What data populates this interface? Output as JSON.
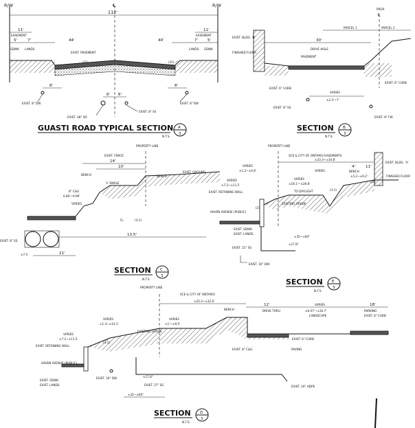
{
  "sheet": {
    "sections": {
      "A": {
        "title": "GUASTI ROAD TYPICAL SECTION",
        "letter": "A",
        "sheet": "3",
        "scale": "N.T.S.",
        "labels": {
          "rw_left": "R/W",
          "rw_right": "R/W",
          "cl": "℄",
          "total_width": "112'",
          "half_left": "44'",
          "half_right": "44'",
          "easement_left_w": "11'",
          "easement_right_w": "11'",
          "easement_left": "EASEMENT",
          "easement_right": "EASEMENT",
          "sdwk_left_w": "5'",
          "sdwk_right_w": "5'",
          "sdwk_left": "SDWK",
          "lands_left": "LANDS.",
          "lands_right": "LANDS.",
          "sdwk_right": "SDWK",
          "seven_left": "7'",
          "seven_right": "7'",
          "exist_pavement": "EXIST. PAVEMENT",
          "tag_1": "(21)",
          "tag_2": "(21)",
          "eight_left": "8'",
          "eight_right": "8'",
          "six_left": "6'",
          "six_right": "6'",
          "dw_8": "EXIST. 8\" DW",
          "sd_48": "EXIST. 48\" SD",
          "ss_8": "EXIST. 8\" SS",
          "rw_8": "EXIST. 8\" RW"
        }
      },
      "B": {
        "title": "SECTION",
        "letter": "B",
        "sheet": "3",
        "scale": "N.T.S.",
        "labels": {
          "prop": "PROP.",
          "cl": "℄",
          "parcel_1": "PARCEL 1",
          "parcel_2": "PARCEL 2",
          "exist_bldg_b": "EXIST. BLDG. 'B'",
          "finished_floor": "FINISHED FLOOR",
          "width_30": "30'",
          "drive_aisle": "DRIVE AISLE",
          "pavement": "PAVEMENT",
          "exist_curb_left": "EXIST. 6\" CURB",
          "exist_curb_right": "EXIST. 6\" CURB",
          "varies": "VARIES",
          "varies_val": "±2.3'~7'",
          "ss_8": "EXIST. 8\" SS",
          "fw_8": "EXIST. 8\" FW"
        }
      },
      "C": {
        "title": "SECTION",
        "letter": "C",
        "sheet": "3",
        "scale": "N.T.S.",
        "labels": {
          "exist_fence": "EXIST. FENCE",
          "property_line": "PROPERTY LINE",
          "w14": "14'",
          "w10": "10'",
          "bench_left": "BENCH",
          "swale": "3' SWALE",
          "bench_right": "BENCH",
          "exist_ground": "EXIST. GROUND",
          "cg": "8\" C&G",
          "cg_dim": "6.80'~9.90'",
          "varies": "VARIES",
          "fl": "FL",
          "slope": "(3:1)",
          "w135": "13.5'",
          "w21": "21'",
          "w74": "±7.4",
          "ss_left": "EXIST. 8\" SS"
        }
      },
      "E": {
        "title": "SECTION",
        "letter": "E",
        "sheet": "3",
        "scale": "N.T.S.",
        "labels": {
          "property_line": "PROPERTY LINE",
          "easements": "SCE & CITY OF ONTARIO EASEMENTS",
          "total": "±23.3~±34.8'",
          "exist_bldg_a": "EXIST. BLDG. 'A'",
          "varies_1": "VARIES",
          "varies_1_val": "±1.2~±4.8'",
          "w4": "4'",
          "w11": "11'",
          "bench": "BENCH",
          "varies_2": "VARIES",
          "varies_2_val": "±7.2~±11.5",
          "varies_3": "VARIES",
          "varies_3_val": "±5.2~±9.2'",
          "varies_4": "VARIES",
          "varies_4_val": "±18.1'~±28.8'",
          "to_daylight": "TO DAYLIGHT",
          "finished_floor": "FINISHED FLOOR",
          "retaining_wall": "EXIST. RETAINING WALL",
          "haven": "HAVEN AVENUE (PUBLIC)",
          "existing_grade": "EXISTING GRADE",
          "sdwk": "EXIST. SDWK.",
          "lands": "EXIST. LANDS.",
          "ss_21": "EXIST. 21\" SS",
          "dw_16": "EXIST. 16\" DW",
          "dim_a": "±35~±60\"",
          "dim_b": "±17.8\"",
          "slope": "(3:1)",
          "tag": "(21)",
          "tag2": "(21)"
        }
      },
      "D": {
        "title": "SECTION",
        "letter": "D",
        "sheet": "3",
        "scale": "N.T.S.",
        "labels": {
          "property_line": "PROPERTY LINE",
          "easement": "SCE & CITY OF ONTARIO",
          "easement_dim": "±20.3~±32.6'",
          "w12": "12'",
          "w18": "18'",
          "varies_a": "VARIES",
          "varies_a_val": "±1.3~±33.1'",
          "varies_b": "VARIES",
          "varies_b_val": "±1'~±9.5'",
          "bench": "BENCH",
          "varies_c": "VARIES",
          "varies_c_val": "±6.07'~±34.7'",
          "landscape": "LANDSCAPE",
          "drive_thru": "DRIVE THRU",
          "parking": "PARKING",
          "exist_curb_6": "EXIST. 6\" CURB",
          "varies_d": "VARIES",
          "varies_d_val": "±7.2~±11.5",
          "retaining_wall": "EXIST. RETAINING WALL",
          "haven": "HAVEN AVENUE (PUBLIC)",
          "sdwk": "EXIST. SDWK.",
          "lands": "EXIST. LANDS.",
          "existing_grade": "EXISTING GRADE",
          "slope": "(3:1)",
          "dw_16": "EXIST. 16\" DW",
          "exist_27": "EXIST. 27\" SS",
          "dim_178": "±17.8\"",
          "dim_35": "±35~±60\"",
          "cg": "EXIST. 8\" C&G",
          "curb": "EXIST. 6\" CURB",
          "paving": "PAVING",
          "hdpe": "EXIST. 24\" HDPE"
        }
      }
    }
  }
}
